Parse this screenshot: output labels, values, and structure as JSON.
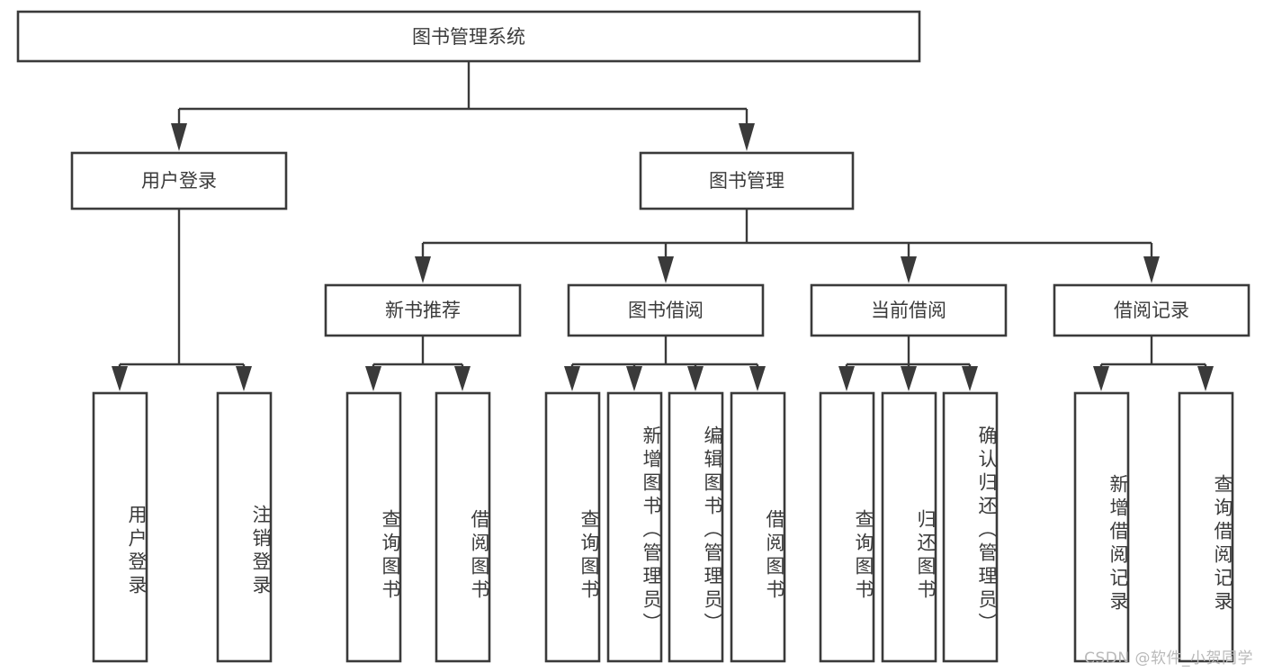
{
  "diagram": {
    "type": "tree",
    "title": "图书管理系统",
    "orientation": "top-down",
    "background_color": "#ffffff",
    "box_stroke_color": "#3a3a3a",
    "text_color": "#3b3b3b",
    "root": {
      "label": "图书管理系统",
      "id": "root-system"
    },
    "level2": [
      {
        "id": "node-user-login",
        "label": "用户登录"
      },
      {
        "id": "node-book-manage",
        "label": "图书管理"
      }
    ],
    "level3": [
      {
        "id": "node-new-book-recommend",
        "label": "新书推荐",
        "parent": "node-book-manage"
      },
      {
        "id": "node-book-borrow",
        "label": "图书借阅",
        "parent": "node-book-manage"
      },
      {
        "id": "node-current-borrow",
        "label": "当前借阅",
        "parent": "node-book-manage"
      },
      {
        "id": "node-borrow-record",
        "label": "借阅记录",
        "parent": "node-book-manage"
      }
    ],
    "leaves": [
      {
        "id": "leaf-user-login",
        "label": "用户登录",
        "parent": "node-user-login"
      },
      {
        "id": "leaf-user-logout",
        "label": "注销登录",
        "parent": "node-user-login"
      },
      {
        "id": "leaf-rec-query-book",
        "label": "查询图书",
        "parent": "node-new-book-recommend"
      },
      {
        "id": "leaf-rec-borrow-book",
        "label": "借阅图书",
        "parent": "node-new-book-recommend"
      },
      {
        "id": "leaf-brw-query-book",
        "label": "查询图书",
        "parent": "node-book-borrow"
      },
      {
        "id": "leaf-brw-add-book",
        "label": "新增图书（管理员）",
        "parent": "node-book-borrow"
      },
      {
        "id": "leaf-brw-edit-book",
        "label": "编辑图书（管理员）",
        "parent": "node-book-borrow"
      },
      {
        "id": "leaf-brw-borrow-book",
        "label": "借阅图书",
        "parent": "node-book-borrow"
      },
      {
        "id": "leaf-cur-query-book",
        "label": "查询图书",
        "parent": "node-current-borrow"
      },
      {
        "id": "leaf-cur-return-book",
        "label": "归还图书",
        "parent": "node-current-borrow"
      },
      {
        "id": "leaf-cur-confirm-return",
        "label": "确认归还（管理员）",
        "parent": "node-current-borrow"
      },
      {
        "id": "leaf-rec-add-record",
        "label": "新增借阅记录",
        "parent": "node-borrow-record"
      },
      {
        "id": "leaf-rec-query-record",
        "label": "查询借阅记录",
        "parent": "node-borrow-record"
      }
    ]
  },
  "watermark": {
    "text": "CSDN @软件_小贺同学"
  }
}
